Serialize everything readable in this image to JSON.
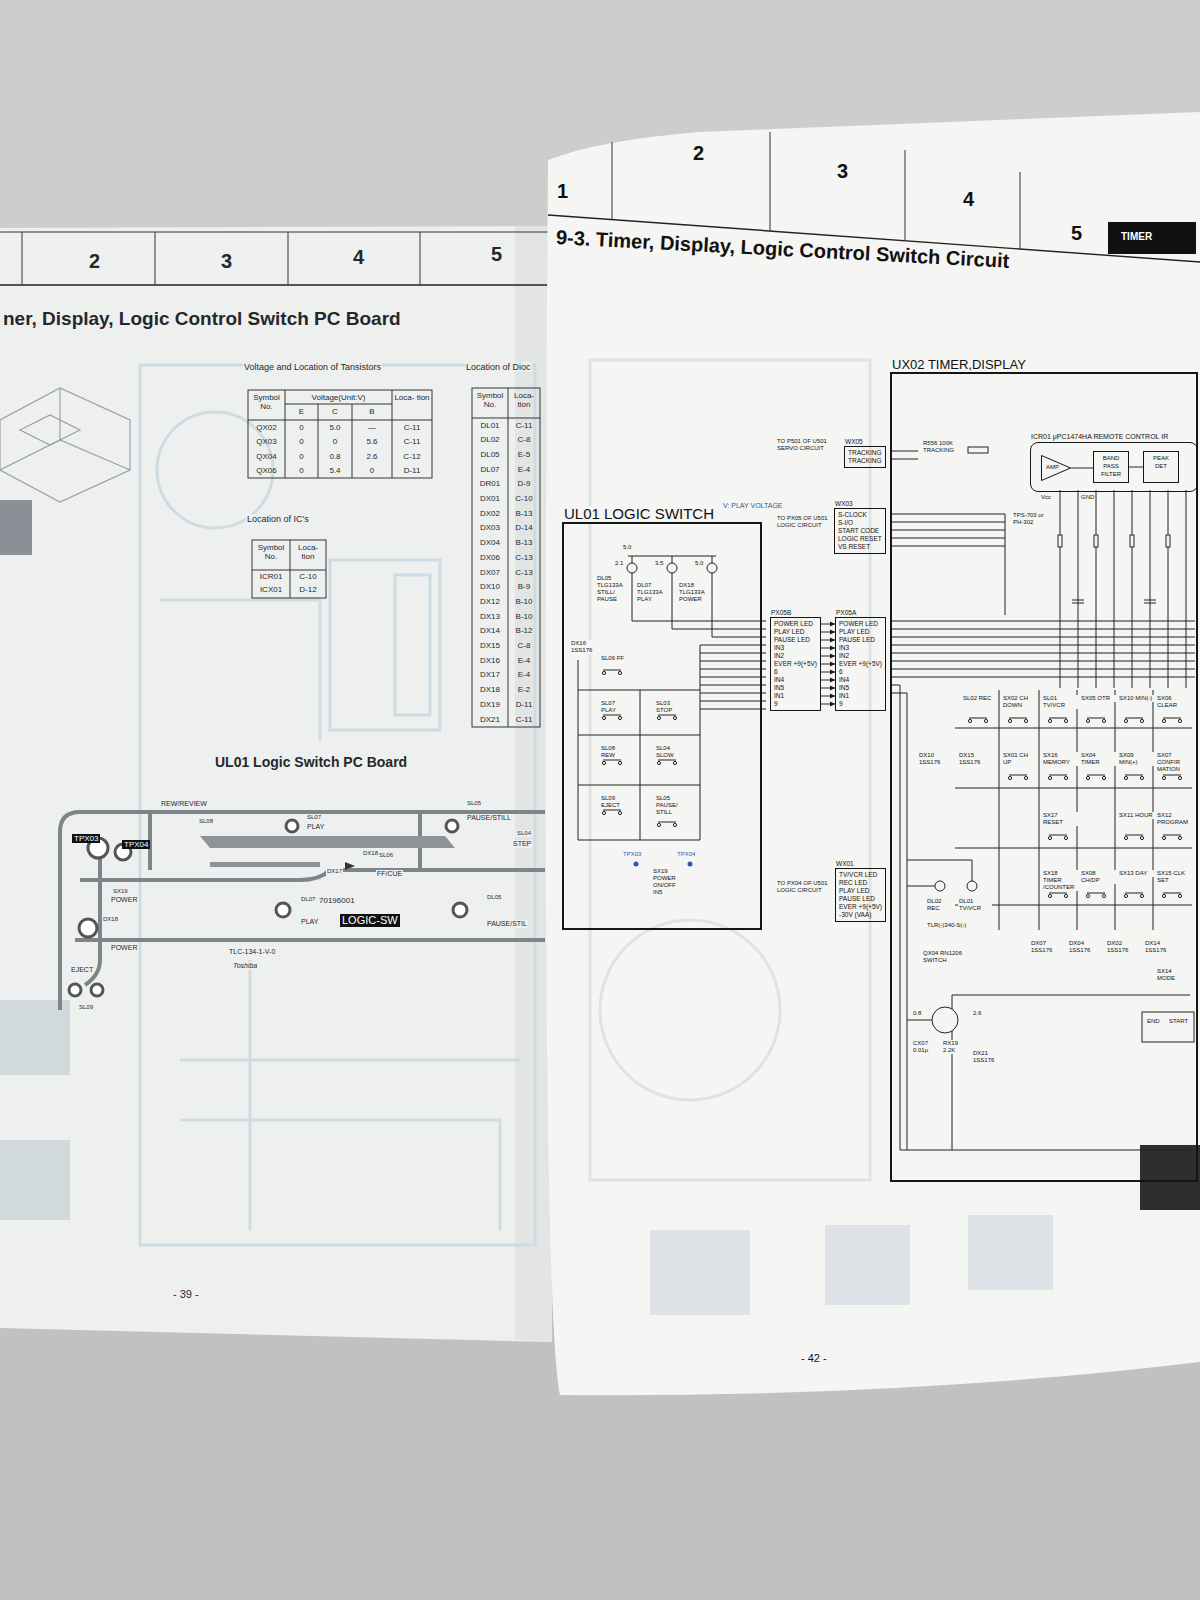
{
  "diagram": {
    "title": "9-3. Timer, Display, Logic Control Switch Circuit",
    "nodes": [
      {
        "text": [
          "UX02 TIMER,DISPLAY"
        ]
      },
      {
        "text": [
          "ICR01 μPC1474HA REMOTE CONTROL IR"
        ],
        "in": 0
      },
      {
        "text": [
          "AMP"
        ],
        "in": 1
      },
      {
        "text": [
          "BAND PASS FILTER"
        ],
        "in": 1
      },
      {
        "text": [
          "PEAK DET"
        ],
        "in": 1
      },
      {
        "text": [
          "WX05",
          "TRACKING",
          "TRACKING"
        ]
      },
      {
        "text": [
          "WX03",
          "S-CLOCK",
          "S-I/O",
          "START CODE",
          "LOGIC RESET",
          "VS RESET"
        ]
      },
      {
        "text": [
          "UL01 LOGIC SWITCH"
        ]
      },
      {
        "text": [
          "PX05B",
          "POWER LED",
          "PLAY LED",
          "PAUSE LED",
          "IN3",
          "IN2",
          "EVER +9(+5V)",
          "6",
          "IN4",
          "IN5",
          "IN1",
          "9"
        ]
      },
      {
        "text": [
          "PX05A",
          "POWER LED",
          "PLAY LED",
          "PAUSE LED",
          "IN3",
          "IN2",
          "EVER +9(+5V)",
          "6",
          "IN4",
          "IN5",
          "IN1",
          "9"
        ]
      },
      {
        "text": [
          "WX01",
          "TV/VCR LED",
          "REC LED",
          "PLAY LED",
          "PAUSE LED",
          "EVER +9(+5V)",
          "-30V (VAA)"
        ]
      }
    ],
    "edges": [
      {
        "from": 2,
        "to": 3,
        "arrow": "none"
      },
      {
        "from": 3,
        "to": 4,
        "arrow": "none"
      },
      {
        "from": 8,
        "to": 9,
        "arrow": "to"
      }
    ],
    "labels": [
      "2",
      "3",
      "4",
      "5",
      "ner, Display, Logic Control Switch PC Board",
      "Voltage and Location of Tansistors",
      "Symbol No.",
      "Voltage(Unit:V)",
      "Loca- tion",
      "E",
      "C",
      "B",
      "QX02",
      "0",
      "5.0",
      "—",
      "C-11",
      "QX03",
      "0",
      "0",
      "5.6",
      "C-11",
      "QX04",
      "0",
      "0.8",
      "2.6",
      "C-12",
      "QX06",
      "0",
      "5.4",
      "0",
      "D-11",
      "Location of Dioc",
      "Symbol No.",
      "Loca- tion",
      "DL01",
      "C-11",
      "DL02",
      "C-8",
      "DL05",
      "E-5",
      "DL07",
      "E-4",
      "DR01",
      "D-9",
      "DX01",
      "C-10",
      "DX02",
      "B-13",
      "DX03",
      "D-14",
      "DX04",
      "B-13",
      "DX06",
      "C-13",
      "DX07",
      "C-13",
      "DX10",
      "B-9",
      "DX12",
      "B-10",
      "DX13",
      "B-10",
      "DX14",
      "B-12",
      "DX15",
      "C-8",
      "DX16",
      "E-4",
      "DX17",
      "E-4",
      "DX18",
      "E-2",
      "DX19",
      "D-11",
      "DX21",
      "C-11",
      "Location of IC's",
      "Symbol No.",
      "Loca- tion",
      "ICR01",
      "C-10",
      "ICX01",
      "D-12",
      "UL01 Logic Switch PC Board",
      "REW/REVIEW",
      "SL08",
      "SL07",
      "PLAY",
      "SL05",
      "PAUSE/STILL",
      "SL04",
      "STEP",
      "TPX03",
      "TPX04",
      "DX18",
      "SL06",
      "FF/CUE",
      "DX17",
      "SX19",
      "POWER",
      "DX18",
      "POWER",
      "DL07",
      "70196001",
      "PLAY",
      "LOGIC-SW",
      "DL05",
      "PAUSE/STIL",
      "TLC-134-1-V-0",
      "Toshiba",
      "EJECT",
      "SL09",
      "- 39 -",
      "1",
      "2",
      "3",
      "4",
      "5",
      "TIMER",
      "V: PLAY VOLTAGE",
      "5.0",
      "DL05 TLG133A STILL/ PAUSE",
      "2.1",
      "DL07 TLG133A PLAY",
      "3.5",
      "DX18 TLG133A POWER",
      "5.0",
      "DX16 1SS176",
      "SL06 FF",
      "SL07 PLAY",
      "SL03 STOP",
      "SL08 REW",
      "SL04 SLOW",
      "SL09 EJECT",
      "SL05 PAUSE/ STILL",
      "TPX03",
      "TPX04",
      "SX19 POWER ON/OFF IN5",
      "TO P501 OF U501 SERVO CIRCUIT",
      "TO PX05 OF U501 LOGIC CIRCUIT",
      "TO PX04 OF U501 LOGIC CIRCUIT",
      "R556 100K TRACKING",
      "Vcc",
      "GND",
      "TPS-703 or PH-302",
      "SL02 REC",
      "SX02 CH DOWN",
      "SL01 TV/VCR",
      "SX05 OTR",
      "SX10 MIN(-)",
      "SX06 CLEAR",
      "DX10 1SS176",
      "DX15 1SS176",
      "SX01 CH UP",
      "SX16 MEMORY",
      "SX04 TIMER",
      "SX09 MIN(+)",
      "SX07 CONFIR MATION",
      "SX17 RESET",
      "SX11 HOUR",
      "SX12 PROGRAM",
      "SX18 TIMER /COUNTER",
      "SX08 CH/DP",
      "SX13 DAY",
      "SX15 CLK SET",
      "DX07 1SS176",
      "DX04 1SS176",
      "DX02 1SS176",
      "DX14 1SS176",
      "SX14 MODE",
      "END",
      "START",
      "DL02 REC",
      "DL01 TV/VCR",
      "TLR(-)340-S(-)",
      "QX04 RN1206 SWITCH",
      "0.8",
      "2.6",
      "CX07 0.01μ",
      "RX19 2.2K",
      "DX21 1SS176",
      "- 42 -"
    ]
  }
}
